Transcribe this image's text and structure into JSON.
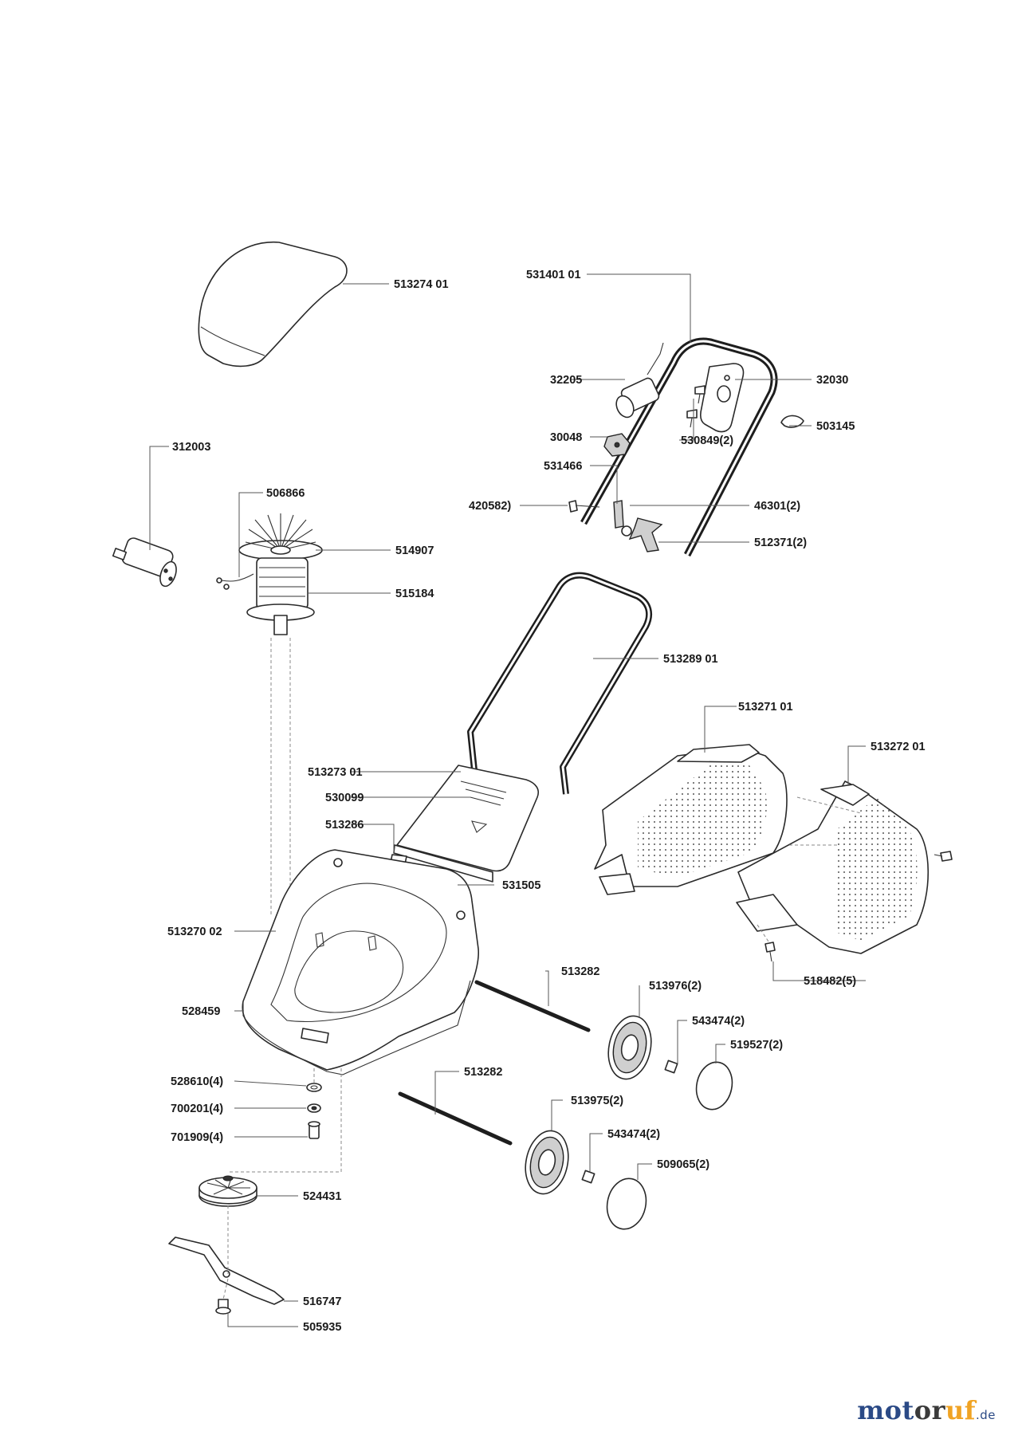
{
  "labels": [
    "513274 01",
    "531401 01",
    "32205",
    "32030",
    "503145",
    "30048",
    "530849(2)",
    "531466",
    "420582)",
    "46301(2)",
    "512371(2)",
    "312003",
    "506866",
    "514907",
    "515184",
    "513289 01",
    "513271 01",
    "513272 01",
    "513273 01",
    "530099",
    "513286",
    "531505",
    "513270 02",
    "518482(5)",
    "513282",
    "513976(2)",
    "528459",
    "543474(2)",
    "519527(2)",
    "528610(4)",
    "700201(4)",
    "701909(4)",
    "513282",
    "513975(2)",
    "543474(2)",
    "509065(2)",
    "524431",
    "516747",
    "505935"
  ],
  "brand": {
    "part1": "mot",
    "part2": "or",
    "part3": "uf",
    "suffix": ".de"
  },
  "colors": {
    "brand_blue": "#2b4a86",
    "brand_orange": "#f0a323",
    "line": "#2a2a2a"
  }
}
